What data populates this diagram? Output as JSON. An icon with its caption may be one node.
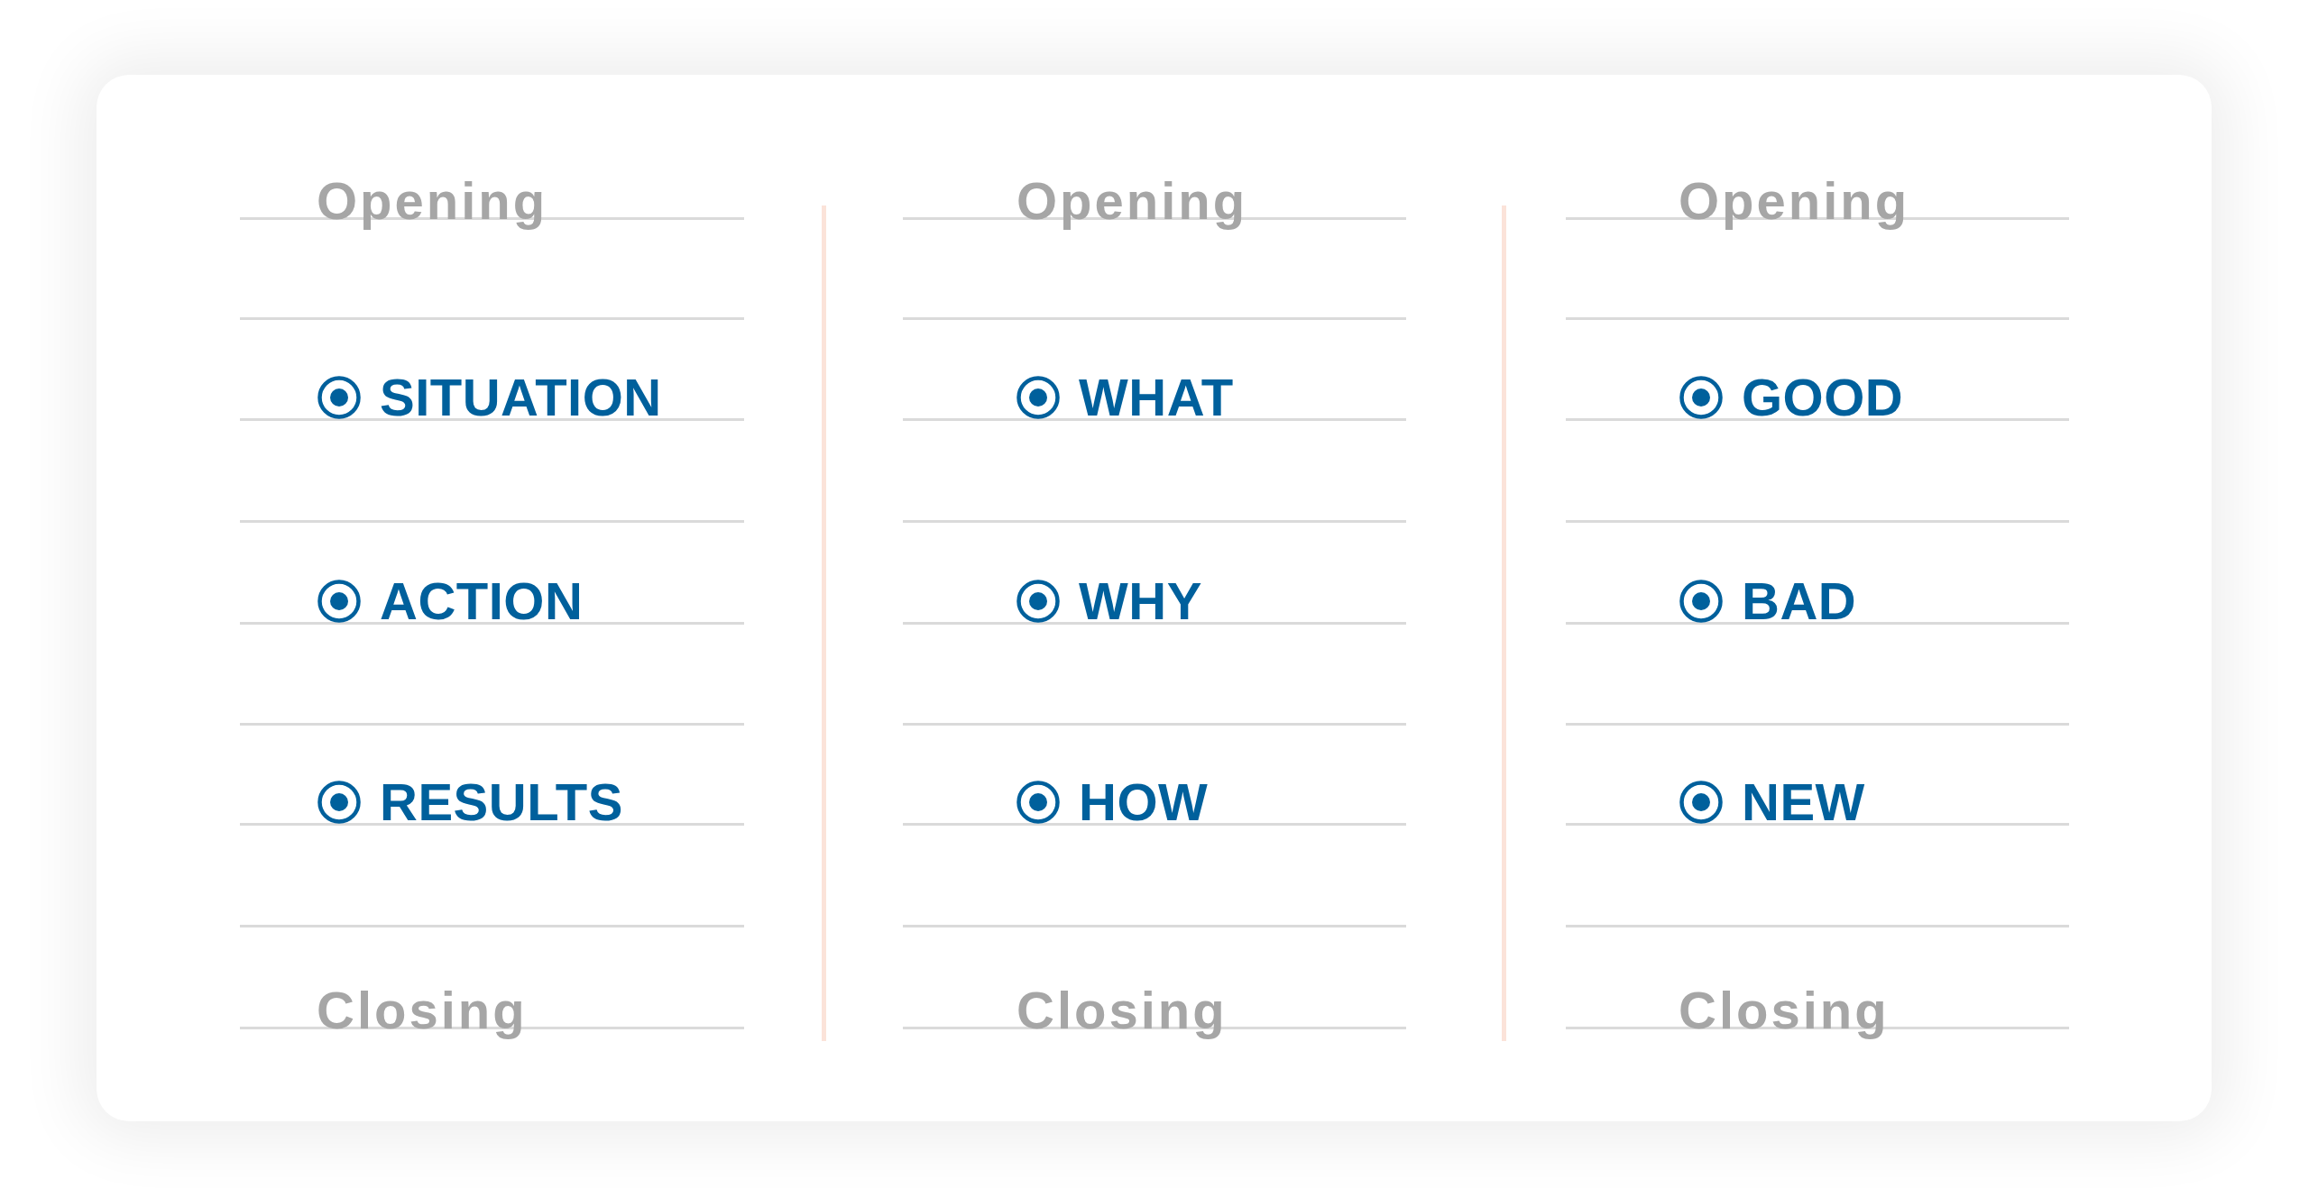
{
  "diagram": {
    "labels": [
      "Opening",
      "SITUATION",
      "ACTION",
      "RESULTS",
      "Closing",
      "Opening",
      "WHAT",
      "WHY",
      "HOW",
      "Closing",
      "Opening",
      "GOOD",
      "BAD",
      "NEW",
      "Closing"
    ]
  }
}
